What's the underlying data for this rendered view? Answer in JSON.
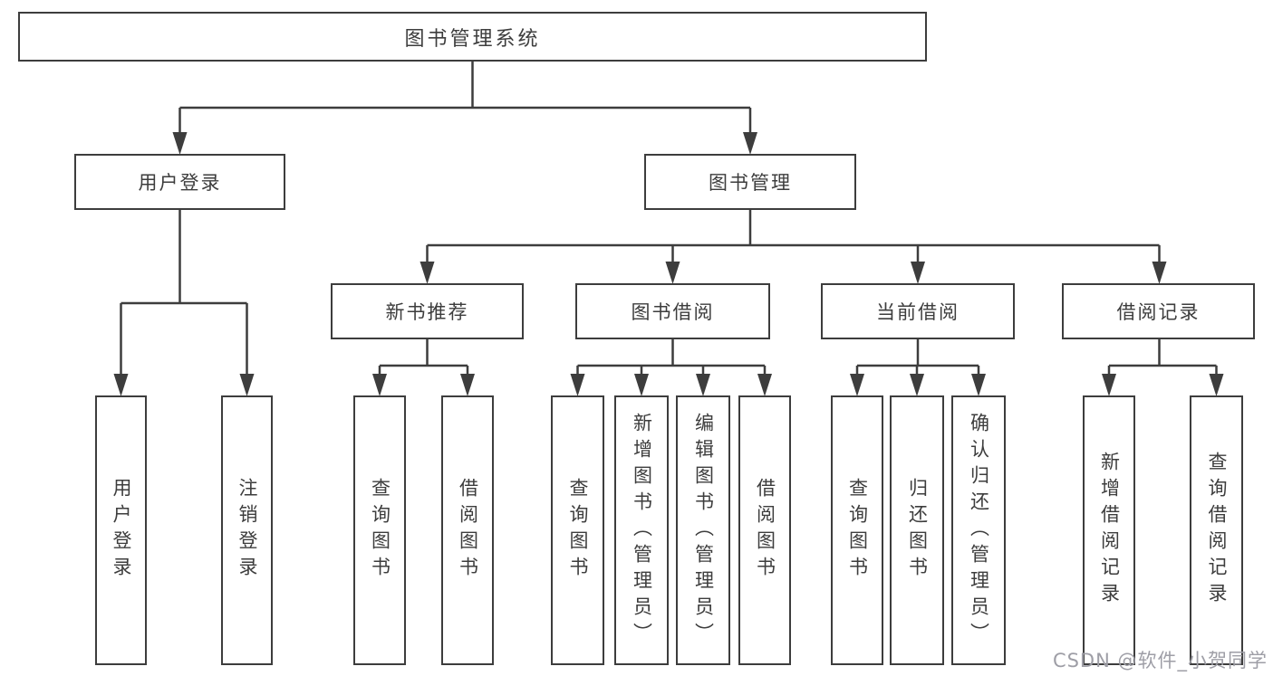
{
  "tree": {
    "root": {
      "label": "图书管理系统"
    },
    "branches": [
      {
        "label": "用户登录",
        "children": [
          {
            "label": "用户登录"
          },
          {
            "label": "注销登录"
          }
        ]
      },
      {
        "label": "图书管理",
        "children": [
          {
            "label": "新书推荐",
            "children": [
              {
                "label": "查询图书"
              },
              {
                "label": "借阅图书"
              }
            ]
          },
          {
            "label": "图书借阅",
            "children": [
              {
                "label": "查询图书"
              },
              {
                "label": "新增图书（管理员）"
              },
              {
                "label": "编辑图书（管理员）"
              },
              {
                "label": "借阅图书"
              }
            ]
          },
          {
            "label": "当前借阅",
            "children": [
              {
                "label": "查询图书"
              },
              {
                "label": "归还图书"
              },
              {
                "label": "确认归还（管理员）"
              }
            ]
          },
          {
            "label": "借阅记录",
            "children": [
              {
                "label": "新增借阅记录"
              },
              {
                "label": "查询借阅记录"
              }
            ]
          }
        ]
      }
    ]
  },
  "watermark": {
    "text": "CSDN @软件_小贺同学",
    "color": "#9e9ea6"
  },
  "colors": {
    "line": "#3d3d3d",
    "border": "#3d3d3d",
    "text": "#3d3d3d",
    "background": "#ffffff"
  }
}
